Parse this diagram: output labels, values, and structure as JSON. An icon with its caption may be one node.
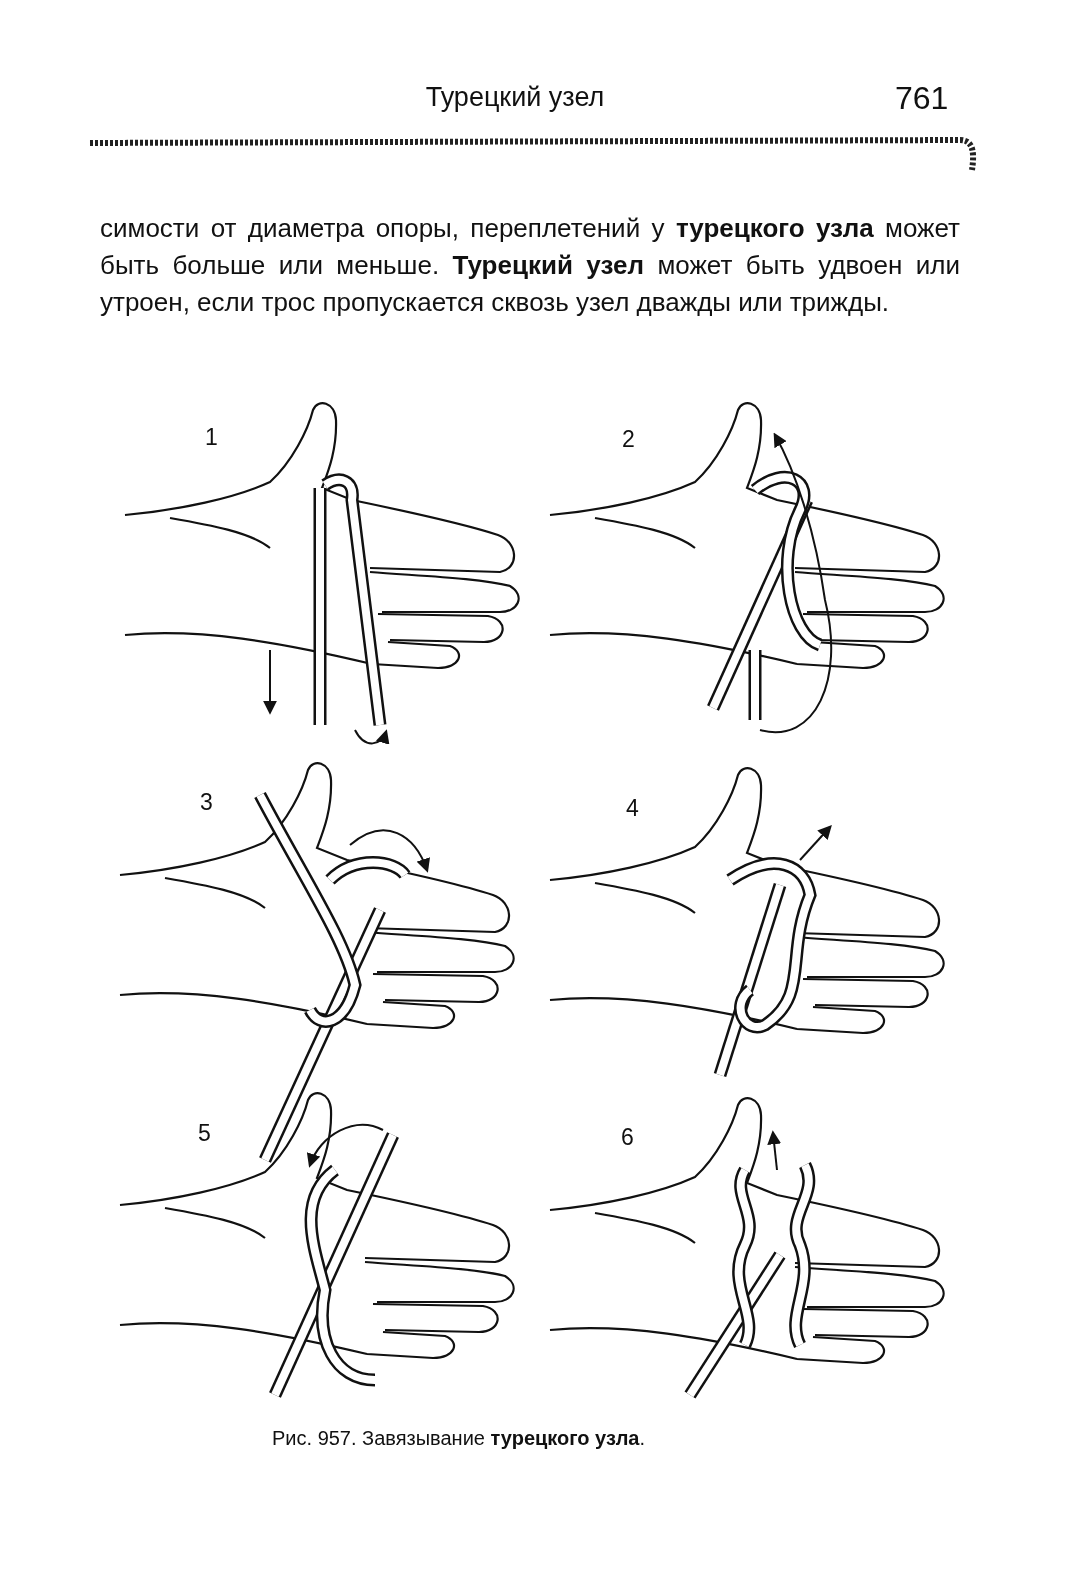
{
  "diagram": {
    "title": "Турецкий узел",
    "caption": "Рис. 957. Завязывание **турецкого узла**.",
    "labels": [
      "761",
      "симости от диаметра опоры, переплетений у **турецкого узла** может быть больше или меньше. **Турецкий узел** может быть удвоен или утроен, если трос пропускается сквозь узел дважды или трижды.",
      "1",
      "2",
      "3",
      "4",
      "5",
      "6"
    ]
  }
}
